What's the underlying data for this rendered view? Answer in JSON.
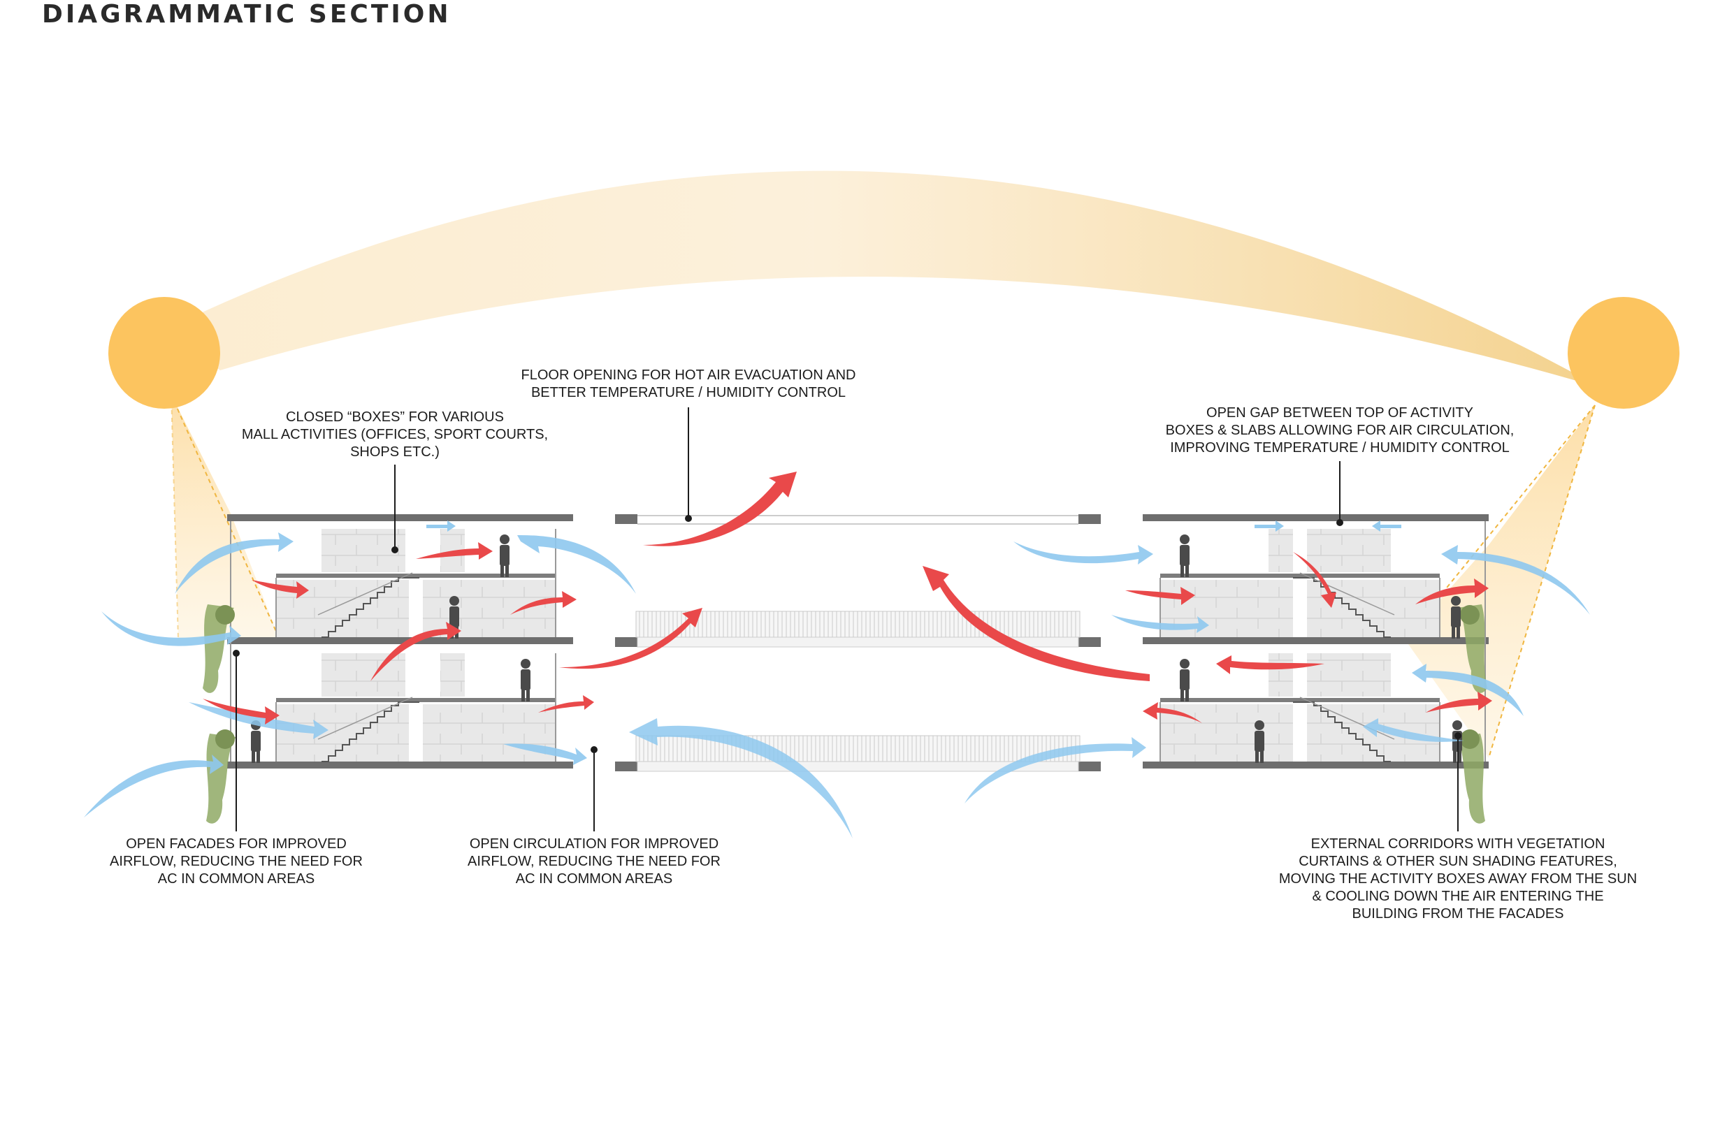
{
  "title": "DIAGRAMMATIC SECTION",
  "colors": {
    "sun": "#fcc45f",
    "sun_path": "#f6d79a",
    "hot_air": "#e9494a",
    "cool_air": "#8ec8ee",
    "slab": "#6e6e6e",
    "box": "#e6e6e6",
    "vegetation": "#8fa965",
    "person": "#4a4a4a"
  },
  "annotations": {
    "floor_opening": [
      "FLOOR OPENING FOR HOT AIR EVACUATION AND",
      "BETTER TEMPERATURE / HUMIDITY CONTROL"
    ],
    "closed_boxes": [
      "CLOSED “BOXES” FOR VARIOUS",
      "MALL ACTIVITIES (OFFICES, SPORT COURTS,",
      "SHOPS ETC.)"
    ],
    "open_gap": [
      "OPEN GAP BETWEEN TOP OF ACTIVITY",
      "BOXES & SLABS ALLOWING FOR AIR CIRCULATION,",
      "IMPROVING TEMPERATURE / HUMIDITY CONTROL"
    ],
    "open_facades": [
      "OPEN FACADES FOR IMPROVED",
      "AIRFLOW, REDUCING THE NEED FOR",
      "AC IN COMMON AREAS"
    ],
    "open_circulation": [
      "OPEN CIRCULATION FOR IMPROVED",
      "AIRFLOW, REDUCING THE NEED FOR",
      "AC IN COMMON AREAS"
    ],
    "external_corridors": [
      "EXTERNAL CORRIDORS WITH VEGETATION",
      "CURTAINS & OTHER SUN SHADING FEATURES,",
      "MOVING THE ACTIVITY BOXES AWAY FROM THE SUN",
      "& COOLING DOWN THE AIR ENTERING THE",
      "BUILDING FROM THE FACADES"
    ]
  }
}
